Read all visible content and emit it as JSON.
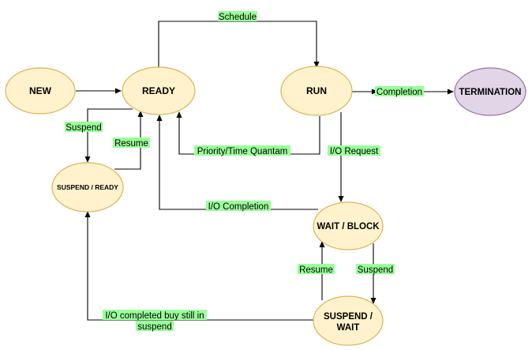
{
  "colors": {
    "state_fill": "#fff2cc",
    "state_stroke": "#d6b656",
    "terminal_fill": "#e1d5e7",
    "terminal_stroke": "#9673a6",
    "label_bg": "#99ff99",
    "edge": "#000000"
  },
  "states": {
    "new": "NEW",
    "ready": "READY",
    "run": "RUN",
    "termination": "TERMINATION",
    "suspend_ready": "SUSPEND / READY",
    "wait_block": "WAIT / BLOCK",
    "suspend_wait": [
      "SUSPEND /",
      "WAIT"
    ]
  },
  "transitions": {
    "schedule": "Schedule",
    "completion": "Completion",
    "suspend_from_ready": "Suspend",
    "resume_to_ready": "Resume",
    "priority_time_quantum": "Priority/Time Quantam",
    "io_request": "I/O Request",
    "io_completion": "I/O Completion",
    "resume_to_wait": "Resume",
    "suspend_from_wait": "Suspend",
    "io_completed_suspend": [
      "I/O completed buy still in",
      "suspend"
    ]
  }
}
